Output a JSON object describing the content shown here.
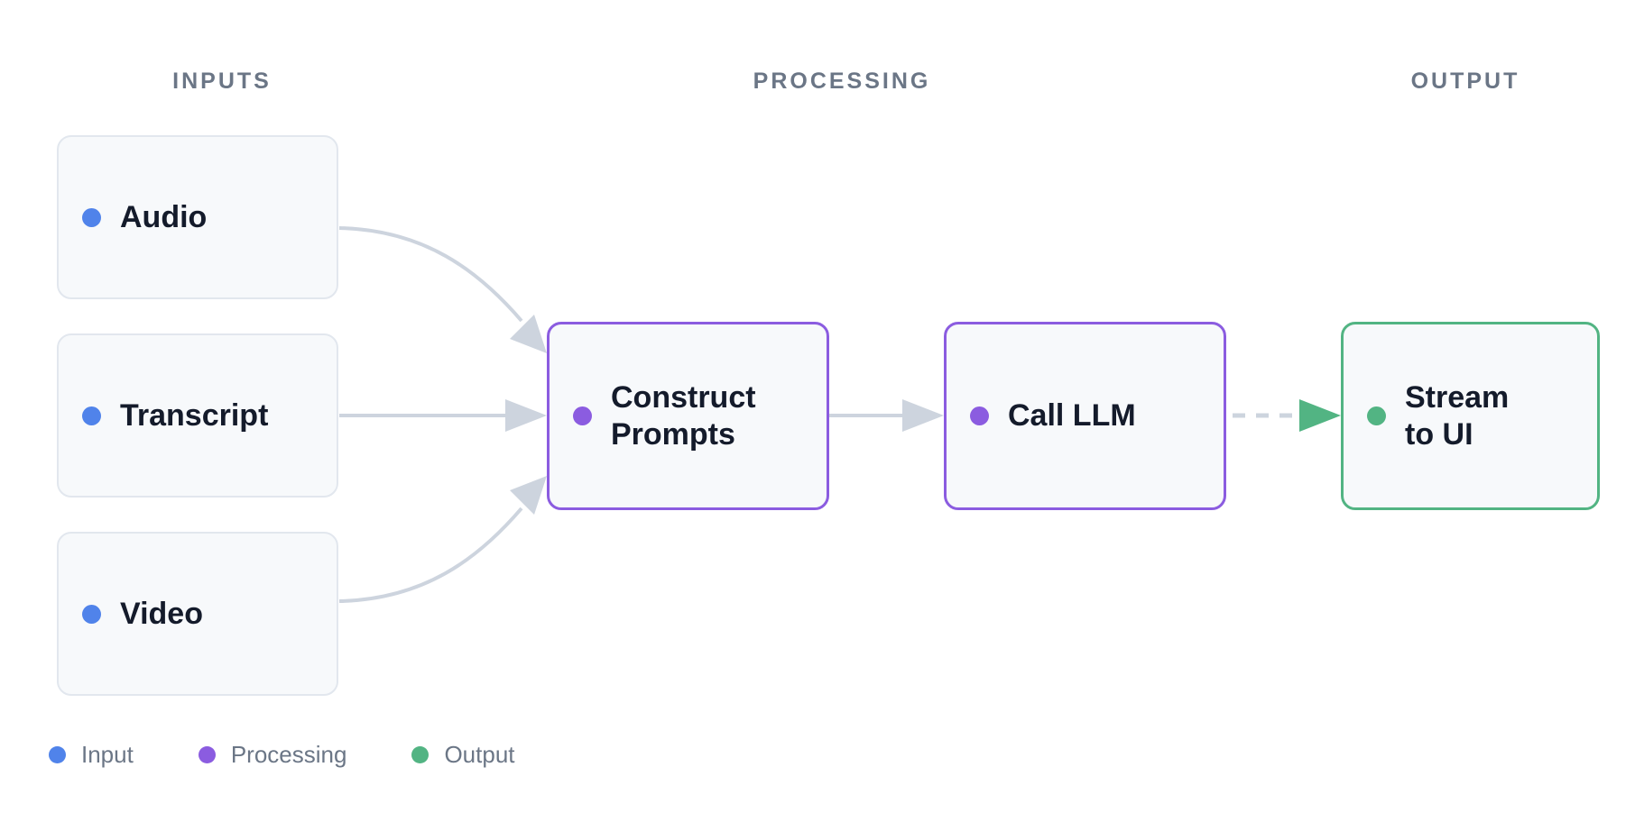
{
  "columns": {
    "inputs": "INPUTS",
    "processing": "PROCESSING",
    "output": "OUTPUT"
  },
  "nodes": {
    "audio": {
      "label": "Audio",
      "category": "input"
    },
    "transcript": {
      "label": "Transcript",
      "category": "input"
    },
    "video": {
      "label": "Video",
      "category": "input"
    },
    "construct_prompts": {
      "label_lines": [
        "Construct",
        "Prompts"
      ],
      "category": "processing"
    },
    "call_llm": {
      "label": "Call LLM",
      "category": "processing"
    },
    "stream_to_ui": {
      "label_lines": [
        "Stream",
        "to UI"
      ],
      "category": "output"
    }
  },
  "edges": [
    {
      "from": "Audio",
      "to": "Construct Prompts",
      "style": "solid"
    },
    {
      "from": "Transcript",
      "to": "Construct Prompts",
      "style": "solid"
    },
    {
      "from": "Video",
      "to": "Construct Prompts",
      "style": "solid"
    },
    {
      "from": "Construct Prompts",
      "to": "Call LLM",
      "style": "solid"
    },
    {
      "from": "Call LLM",
      "to": "Stream to UI",
      "style": "dashed"
    }
  ],
  "legend": {
    "input": "Input",
    "processing": "Processing",
    "output": "Output"
  },
  "colors": {
    "input": "#5083ea",
    "processing": "#8b5ce0",
    "output": "#52b483",
    "edge": "#cdd4de",
    "header_text": "#6b7686"
  }
}
